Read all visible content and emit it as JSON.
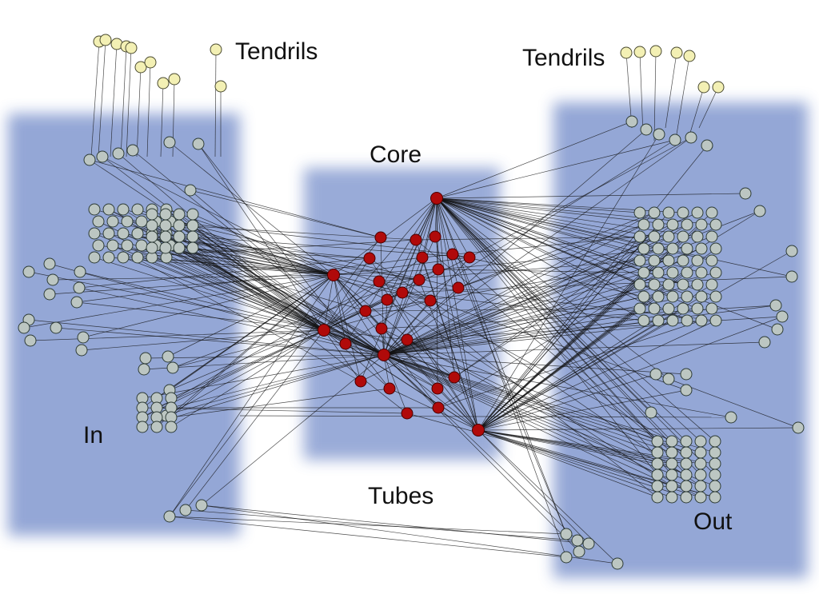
{
  "labels": {
    "tendrils_left": "Tendrils",
    "tendrils_right": "Tendrils",
    "core": "Core",
    "in": "In",
    "out": "Out",
    "tubes": "Tubes"
  },
  "colors": {
    "region": "#8fa3d4",
    "core_node": "#b00a0a",
    "peripheral_node": "#bcc6c2",
    "tendril_node": "#f3f0b4",
    "edge": "#111111"
  }
}
